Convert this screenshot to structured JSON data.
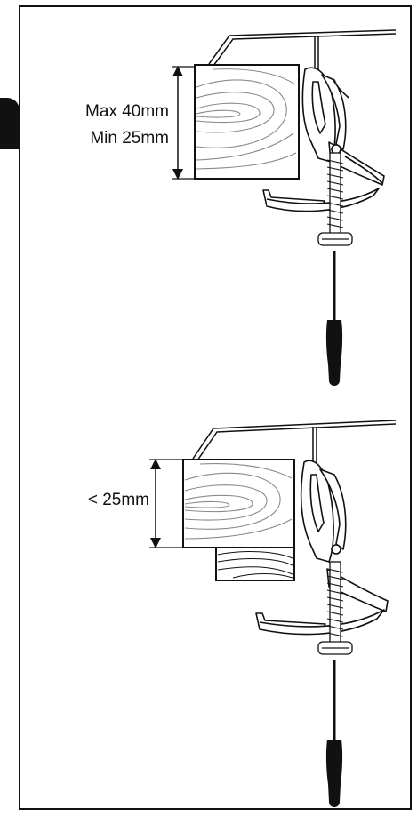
{
  "diagram": {
    "top_panel": {
      "max_label": "Max 40mm",
      "min_label": "Min 25mm"
    },
    "bottom_panel": {
      "thickness_label": "< 25mm"
    }
  },
  "colors": {
    "ink": "#111111",
    "wood_grain": "#8a8a8a",
    "background": "#ffffff"
  }
}
